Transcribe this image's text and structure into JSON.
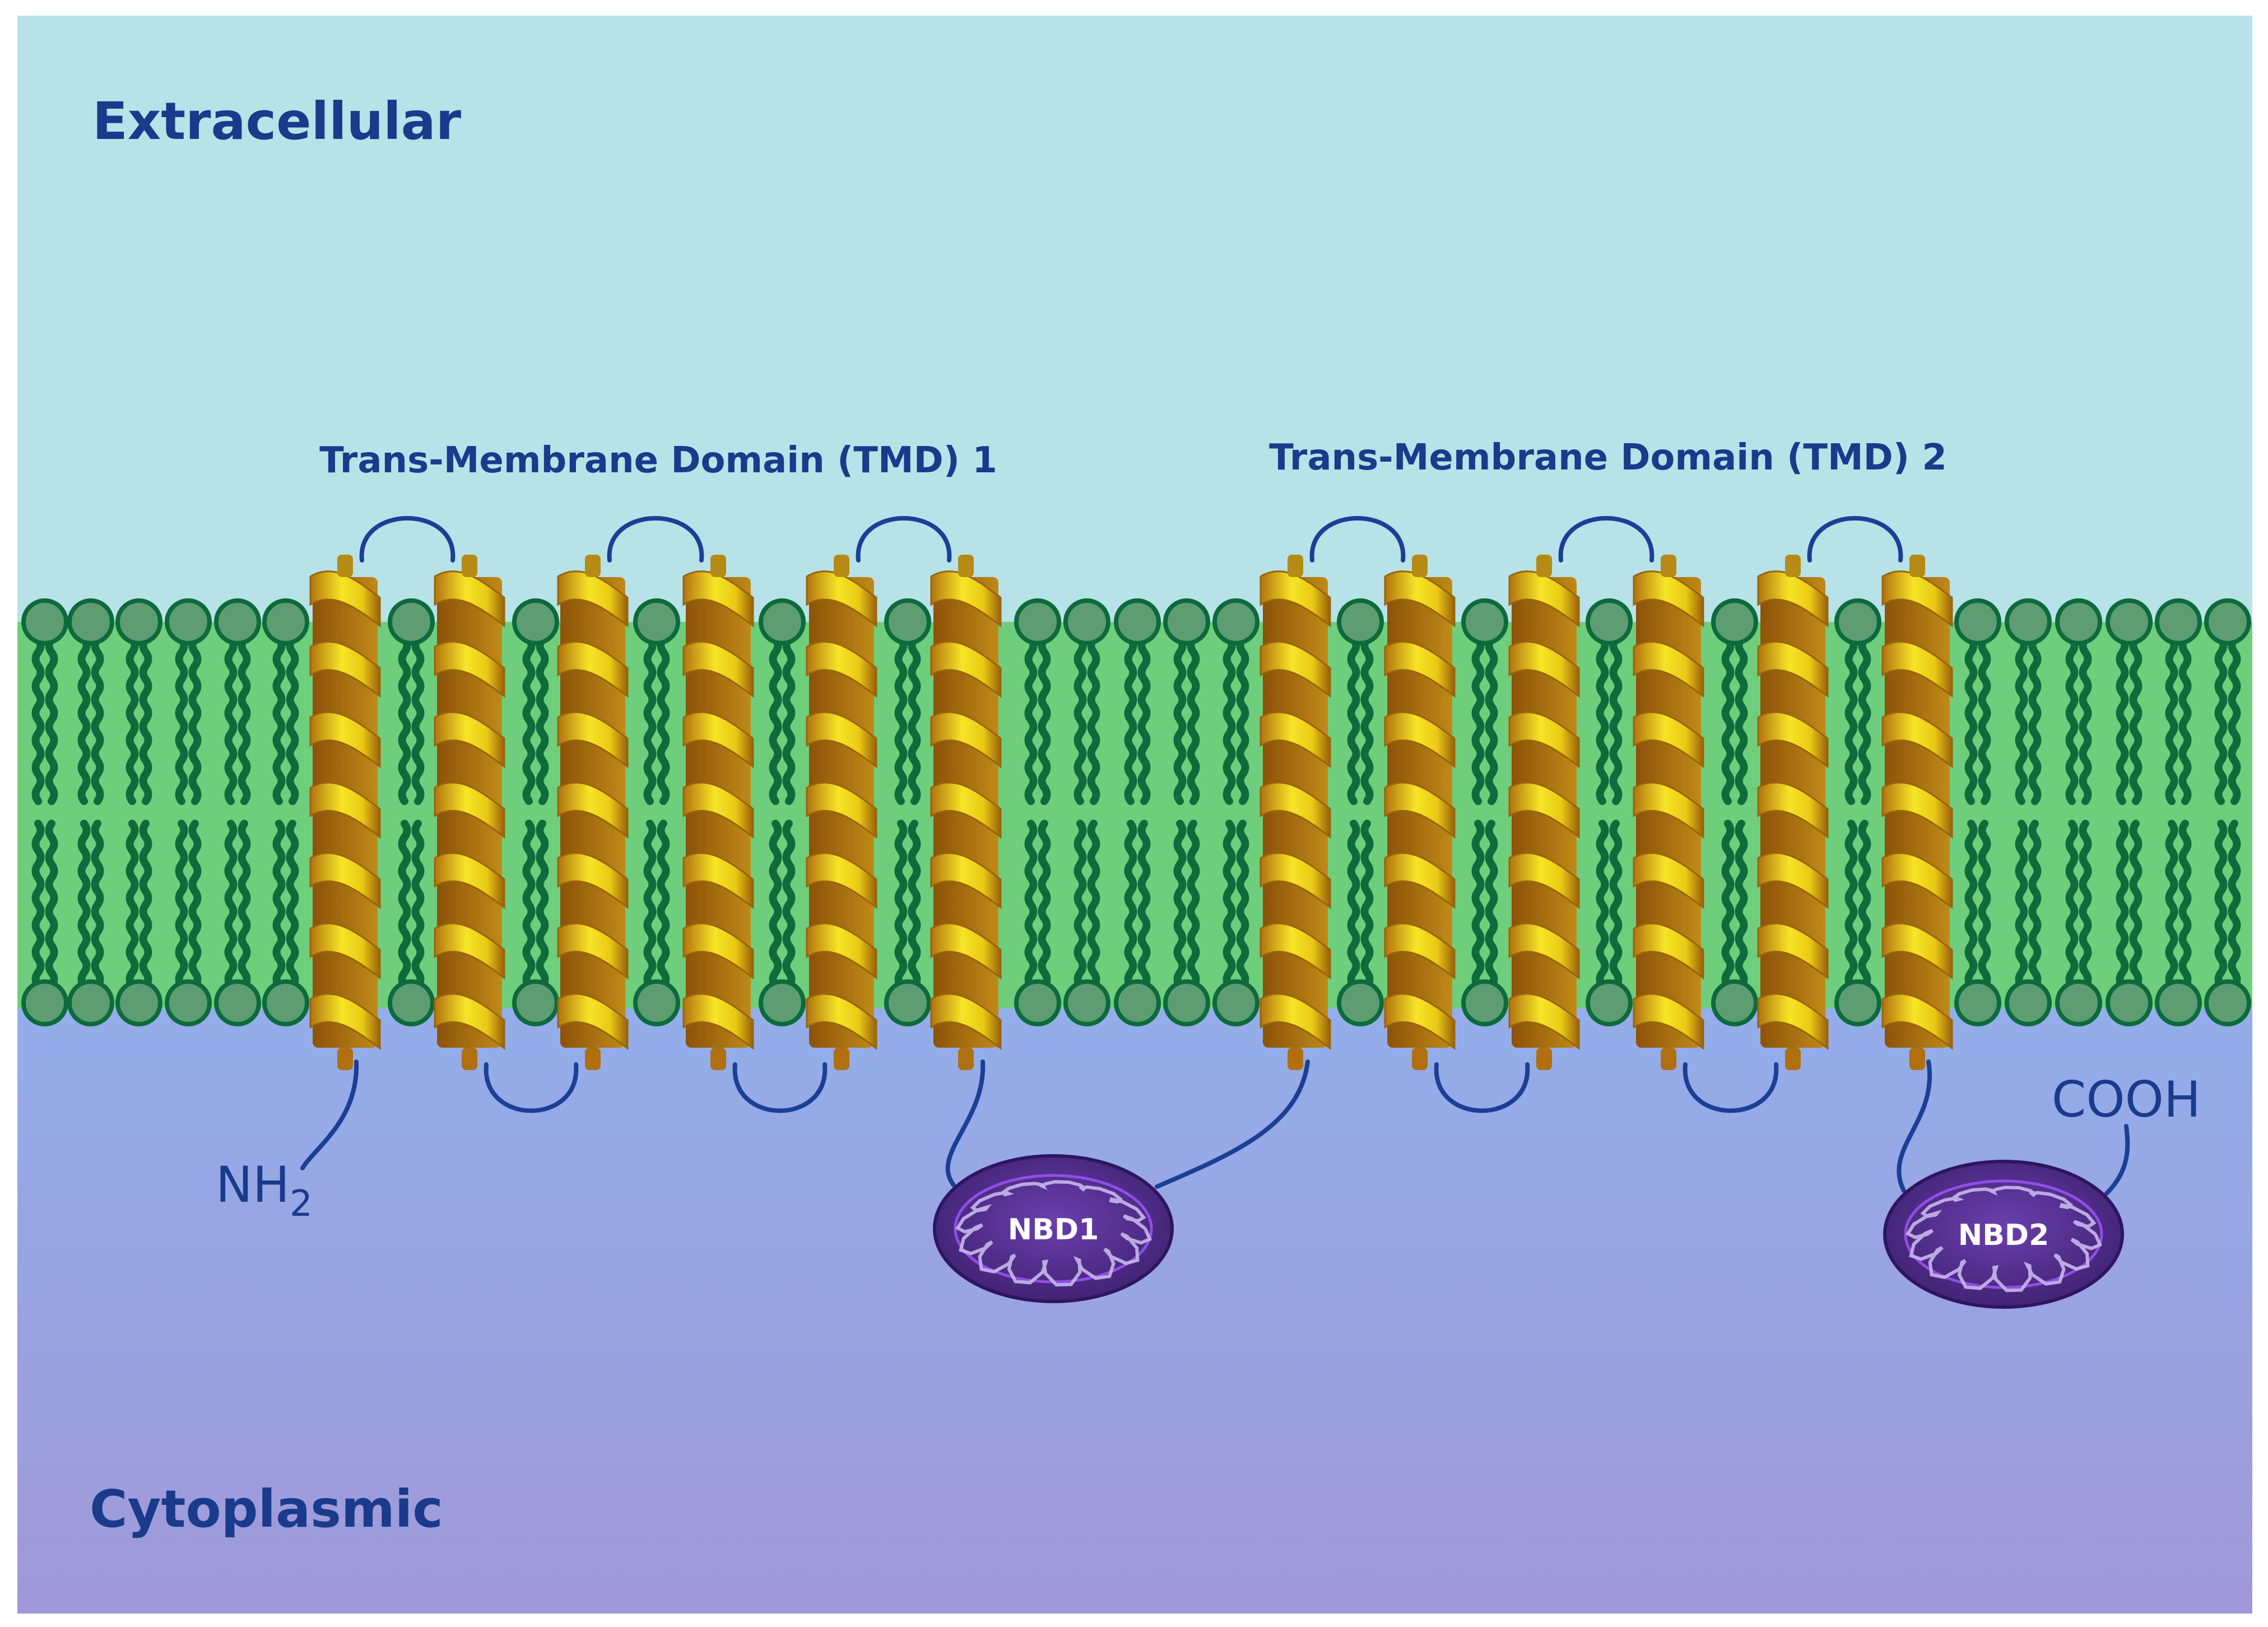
{
  "regions": {
    "extracellular_label": "Extracellular",
    "cytoplasmic_label": "Cytoplasmic"
  },
  "domains": {
    "tmd1_label": "Trans-Membrane Domain (TMD) 1",
    "tmd2_label": "Trans-Membrane Domain (TMD) 2"
  },
  "termini": {
    "n_terminus_main": "NH",
    "n_terminus_sub": "2",
    "c_terminus": "COOH"
  },
  "nbds": {
    "nbd1_label": "NBD1",
    "nbd2_label": "NBD2"
  },
  "colors": {
    "extracellular": "#b7e3e8",
    "cytoplasm_top": "#93aeea",
    "cytoplasm_bottom": "#9f98d9",
    "membrane": "#6fce7b",
    "lipid_head": "#5e9c72",
    "lipid_tail": "#0f6b3b",
    "helix_light": "#f3e21a",
    "helix_dark": "#b5790e",
    "loop": "#1c3f96",
    "label_text": "#1a3a8c",
    "nbd_fill": "#4e2b86"
  },
  "helix_count": 12
}
